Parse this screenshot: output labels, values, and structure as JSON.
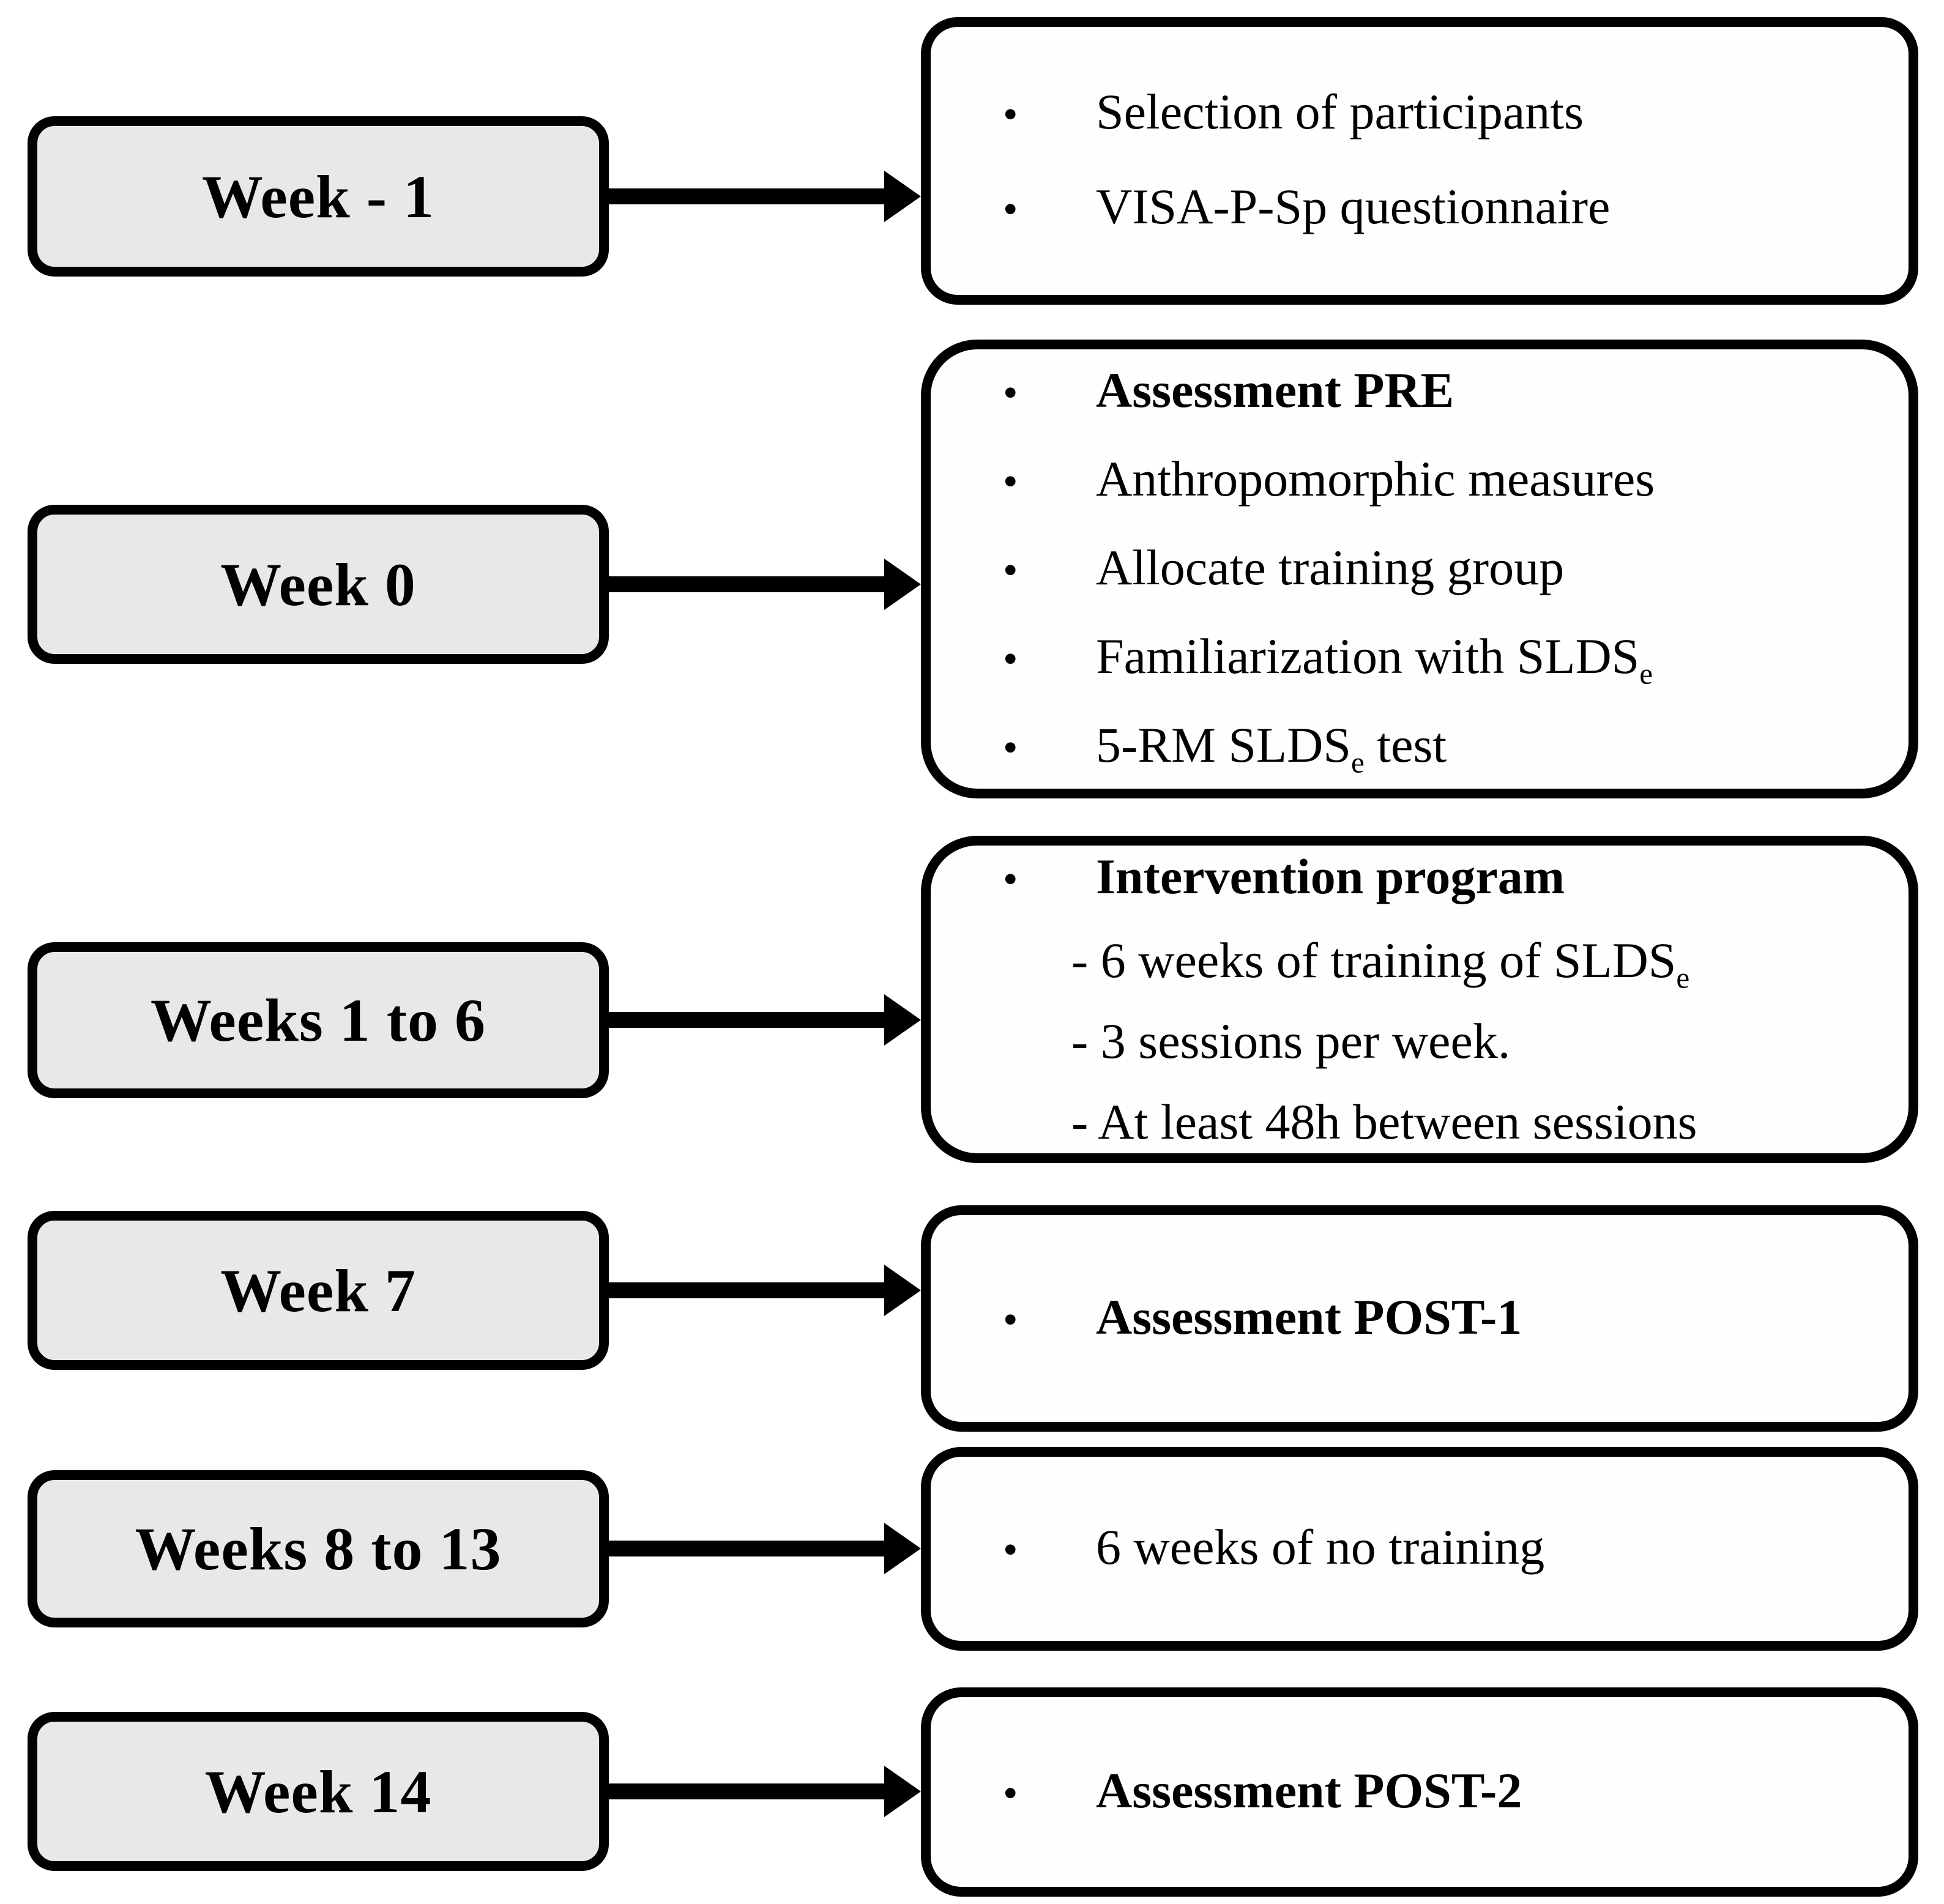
{
  "figure": {
    "bullet_glyph": "•",
    "colors": {
      "week_box_fill": "#e9e8e6",
      "detail_box_fill": "#fefefe",
      "border": "#000000",
      "background": "#ffffff"
    },
    "rows": [
      {
        "week_label": "Week - 1",
        "items": [
          {
            "bullet": true,
            "bold": false,
            "parts": [
              {
                "t": "Selection of participants"
              }
            ]
          },
          {
            "bullet": true,
            "bold": false,
            "parts": [
              {
                "t": "VISA-P-Sp questionnaire"
              }
            ]
          }
        ]
      },
      {
        "week_label": "Week 0",
        "items": [
          {
            "bullet": true,
            "bold": true,
            "parts": [
              {
                "t": "Assessment PRE"
              }
            ]
          },
          {
            "bullet": true,
            "bold": false,
            "parts": [
              {
                "t": "Anthropomorphic measures"
              }
            ]
          },
          {
            "bullet": true,
            "bold": false,
            "parts": [
              {
                "t": "Allocate training group"
              }
            ]
          },
          {
            "bullet": true,
            "bold": false,
            "parts": [
              {
                "t": "Familiarization with SLDS"
              },
              {
                "t": "e",
                "sub": true
              }
            ]
          },
          {
            "bullet": true,
            "bold": false,
            "parts": [
              {
                "t": "5-RM SLDS"
              },
              {
                "t": "e",
                "sub": true
              },
              {
                "t": " test"
              }
            ]
          }
        ]
      },
      {
        "week_label": "Weeks 1 to 6",
        "items": [
          {
            "bullet": true,
            "bold": true,
            "parts": [
              {
                "t": "Intervention program"
              }
            ]
          },
          {
            "bullet": false,
            "bold": false,
            "parts": [
              {
                "t": "- 6 weeks of training of SLDS"
              },
              {
                "t": "e",
                "sub": true
              }
            ]
          },
          {
            "bullet": false,
            "bold": false,
            "parts": [
              {
                "t": "- 3 sessions per week."
              }
            ]
          },
          {
            "bullet": false,
            "bold": false,
            "parts": [
              {
                "t": "- At least 48h between sessions"
              }
            ]
          }
        ]
      },
      {
        "week_label": "Week 7",
        "items": [
          {
            "bullet": true,
            "bold": true,
            "parts": [
              {
                "t": "Assessment POST-1"
              }
            ]
          }
        ]
      },
      {
        "week_label": "Weeks 8 to 13",
        "items": [
          {
            "bullet": true,
            "bold": false,
            "parts": [
              {
                "t": "6 weeks of no training"
              }
            ]
          }
        ]
      },
      {
        "week_label": "Week 14",
        "items": [
          {
            "bullet": true,
            "bold": true,
            "parts": [
              {
                "t": "Assessment POST-2"
              }
            ]
          }
        ]
      }
    ]
  }
}
